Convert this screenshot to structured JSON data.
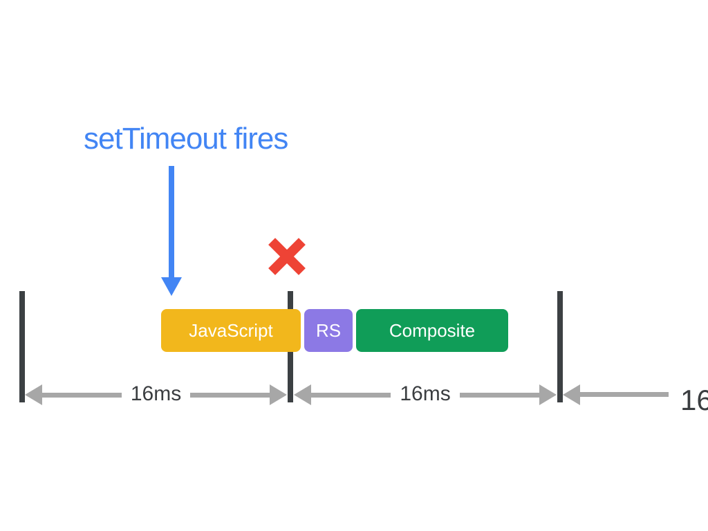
{
  "title": "setTimeout fires",
  "frame_blocks": [
    {
      "label": "JavaScript",
      "color": "#F2B71C"
    },
    {
      "label": "RS",
      "color": "#8C79E5"
    },
    {
      "label": "Composite",
      "color": "#109D58"
    }
  ],
  "interval_labels": [
    "16ms",
    "16ms",
    "16"
  ],
  "colors": {
    "accent_blue": "#4285F4",
    "error_red": "#EE4335",
    "tick_dark": "#3C4043",
    "measure_arrow_gray": "#A7A7A7",
    "label_text": "#3A3D40",
    "block_text": "#FFFFFF",
    "background": "#FFFFFF"
  }
}
